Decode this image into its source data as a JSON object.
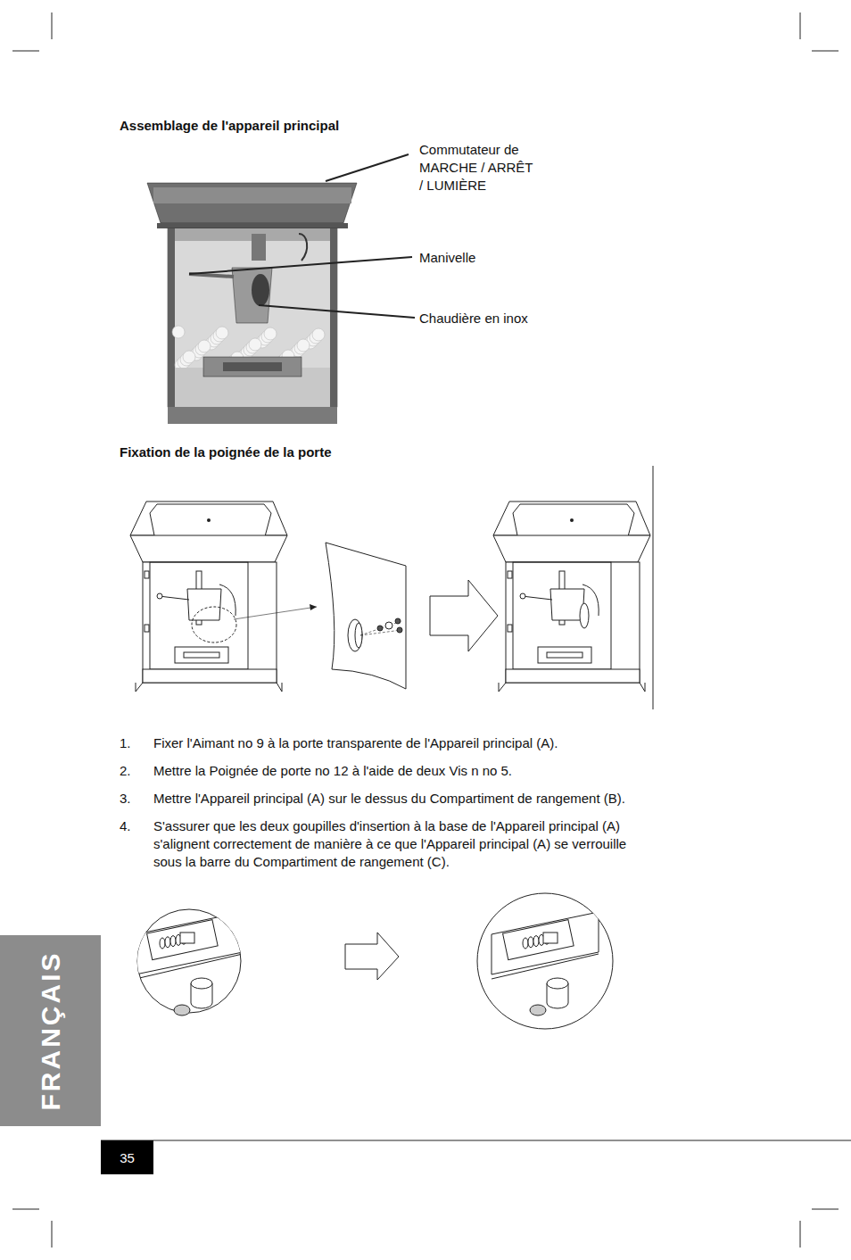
{
  "diagram": {
    "title": "Assemblage de l'appareil principal",
    "nodes": [
      {
        "text": [
          "FRANÇAIS"
        ]
      },
      {
        "text": [
          "35"
        ]
      }
    ],
    "labels": [
      "Fixation de la poignée de la porte",
      "Commutateur de MARCHE / ARRÊT / LUMIÈRE",
      "Manivelle",
      "Chaudière en inox",
      "1.",
      "Fixer l'Aimant no 9 à la porte transparente de l'Appareil principal (A).",
      "2.",
      "Mettre la Poignée de porte no 12 à l'aide de deux Vis n no 5.",
      "3.",
      "Mettre l'Appareil principal (A) sur le dessus du Compartiment de rangement (B).",
      "4.",
      "S'assurer que les deux goupilles d'insertion à la base de l'Appareil principal (A) s'alignent correctement de manière à ce que l'Appareil principal (A) se verrouille sous la barre du Compartiment de rangement (C)."
    ]
  }
}
